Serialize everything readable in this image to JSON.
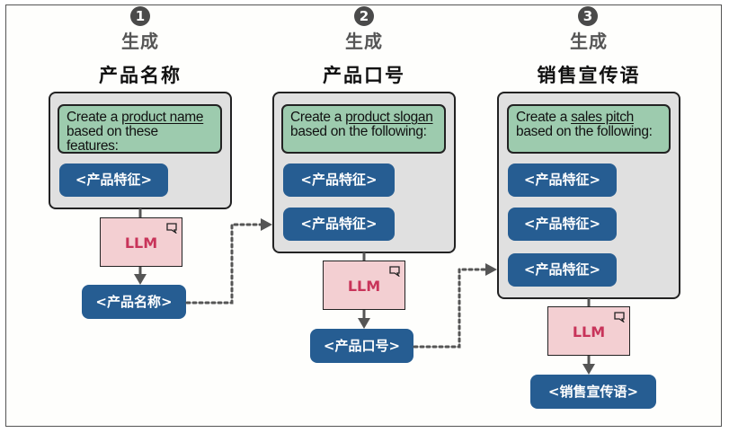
{
  "steps": [
    {
      "number": "1",
      "verb": "生成",
      "title": "产品名称",
      "prompt_prefix": "Create a ",
      "prompt_highlight": "product name",
      "prompt_line2": "based on these features:",
      "inputs": [
        "<产品特征>"
      ],
      "model": "LLM",
      "output": "<产品名称>"
    },
    {
      "number": "2",
      "verb": "生成",
      "title": "产品口号",
      "prompt_prefix": "Create a ",
      "prompt_highlight": "product slogan",
      "prompt_line2": "based on the following:",
      "inputs": [
        "<产品特征>",
        "<产品特征>"
      ],
      "model": "LLM",
      "output": "<产品口号>"
    },
    {
      "number": "3",
      "verb": "生成",
      "title": "销售宣传语",
      "prompt_prefix": "Create a ",
      "prompt_highlight": "sales pitch",
      "prompt_line2": "based on the following:",
      "inputs": [
        "<产品特征>",
        "<产品特征>",
        "<产品特征>"
      ],
      "model": "LLM",
      "output": "<销售宣传语>"
    }
  ],
  "icons": {
    "llm_badge": "chat-bubble-icon",
    "step_marker": "numbered-circle-icon"
  },
  "colors": {
    "panel_bg": "#e0e0e0",
    "prompt_bg": "#9dcbae",
    "pill_bg": "#265d92",
    "llm_bg": "#f3cfd2",
    "llm_text": "#c8345a",
    "connector": "#555555"
  }
}
